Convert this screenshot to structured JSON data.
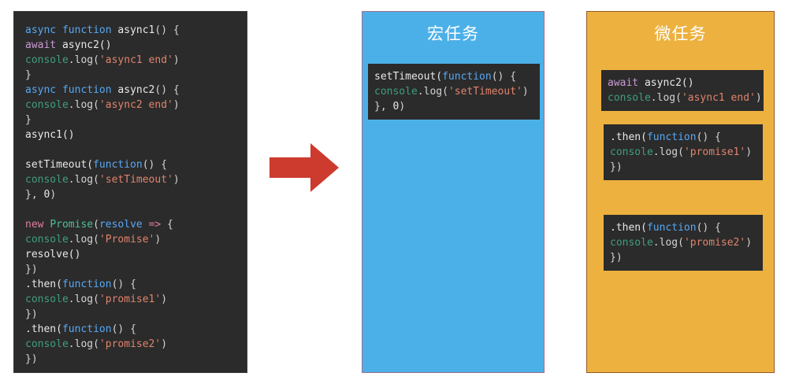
{
  "source": {
    "name": "event-loop-source-code",
    "lines": [
      [
        [
          "async ",
          "t-kw"
        ],
        [
          "function ",
          "t-kw"
        ],
        [
          "async1",
          "t-plain"
        ],
        [
          "() {",
          "t-punc"
        ]
      ],
      [
        [
          "await ",
          "t-await"
        ],
        [
          "async2()",
          "t-plain"
        ]
      ],
      [
        [
          "console",
          "t-console"
        ],
        [
          ".log(",
          "t-punc"
        ],
        [
          "'async1 end'",
          "t-str"
        ],
        [
          ")",
          "t-punc"
        ]
      ],
      [
        [
          "}",
          "t-punc"
        ]
      ],
      [
        [
          "async ",
          "t-kw"
        ],
        [
          "function ",
          "t-kw"
        ],
        [
          "async2",
          "t-plain"
        ],
        [
          "() {",
          "t-punc"
        ]
      ],
      [
        [
          "console",
          "t-console"
        ],
        [
          ".log(",
          "t-punc"
        ],
        [
          "'async2 end'",
          "t-str"
        ],
        [
          ")",
          "t-punc"
        ]
      ],
      [
        [
          "}",
          "t-punc"
        ]
      ],
      [
        [
          "async1()",
          "t-plain"
        ]
      ],
      [
        [
          "",
          "blank"
        ]
      ],
      [
        [
          "setTimeout(",
          "t-plain"
        ],
        [
          "function",
          "t-kw"
        ],
        [
          "() {",
          "t-punc"
        ]
      ],
      [
        [
          "console",
          "t-console"
        ],
        [
          ".log(",
          "t-punc"
        ],
        [
          "'setTimeout'",
          "t-str"
        ],
        [
          ")",
          "t-punc"
        ]
      ],
      [
        [
          "}, ",
          "t-punc"
        ],
        [
          "0",
          "t-num"
        ],
        [
          ")",
          "t-punc"
        ]
      ],
      [
        [
          "",
          "blank"
        ]
      ],
      [
        [
          "new ",
          "t-new"
        ],
        [
          "Promise",
          "t-cls"
        ],
        [
          "(",
          "t-punc"
        ],
        [
          "resolve ",
          "t-kw"
        ],
        [
          "=> ",
          "t-arrow"
        ],
        [
          "{",
          "t-punc"
        ]
      ],
      [
        [
          "console",
          "t-console"
        ],
        [
          ".log(",
          "t-punc"
        ],
        [
          "'Promise'",
          "t-str"
        ],
        [
          ")",
          "t-punc"
        ]
      ],
      [
        [
          "resolve()",
          "t-plain"
        ]
      ],
      [
        [
          "})",
          "t-punc"
        ]
      ],
      [
        [
          ".then(",
          "t-plain"
        ],
        [
          "function",
          "t-kw"
        ],
        [
          "() {",
          "t-punc"
        ]
      ],
      [
        [
          "console",
          "t-console"
        ],
        [
          ".log(",
          "t-punc"
        ],
        [
          "'promise1'",
          "t-str"
        ],
        [
          ")",
          "t-punc"
        ]
      ],
      [
        [
          "})",
          "t-punc"
        ]
      ],
      [
        [
          ".then(",
          "t-plain"
        ],
        [
          "function",
          "t-kw"
        ],
        [
          "() {",
          "t-punc"
        ]
      ],
      [
        [
          "console",
          "t-console"
        ],
        [
          ".log(",
          "t-punc"
        ],
        [
          "'promise2'",
          "t-str"
        ],
        [
          ")",
          "t-punc"
        ]
      ],
      [
        [
          "})",
          "t-punc"
        ]
      ]
    ]
  },
  "arrow": {
    "name": "right-arrow-icon",
    "color": "#cc3b2e",
    "direction": "right"
  },
  "macro_task": {
    "title": "宏任务",
    "title_color": "#ffffff",
    "panel_color": "#4cb0e8",
    "blocks": [
      {
        "id": "macro-block-0",
        "lines": [
          [
            [
              "setTimeout(",
              "t-plain"
            ],
            [
              "function",
              "t-kw"
            ],
            [
              "() {",
              "t-punc"
            ]
          ],
          [
            [
              "console",
              "t-console"
            ],
            [
              ".log(",
              "t-punc"
            ],
            [
              "'setTimeout'",
              "t-str"
            ],
            [
              ")",
              "t-punc"
            ]
          ],
          [
            [
              "}, ",
              "t-punc"
            ],
            [
              "0",
              "t-num"
            ],
            [
              ")",
              "t-punc"
            ]
          ]
        ]
      }
    ]
  },
  "micro_task": {
    "title": "微任务",
    "title_color": "#ffffff",
    "panel_color": "#edb13f",
    "blocks": [
      {
        "id": "micro-block-0",
        "lines": [
          [
            [
              "await ",
              "t-await"
            ],
            [
              "async2()",
              "t-plain"
            ]
          ],
          [
            [
              "console",
              "t-console"
            ],
            [
              ".log(",
              "t-punc"
            ],
            [
              "'async1 end'",
              "t-str"
            ],
            [
              ")",
              "t-punc"
            ]
          ]
        ]
      },
      {
        "id": "micro-block-1",
        "lines": [
          [
            [
              ".then(",
              "t-plain"
            ],
            [
              "function",
              "t-kw"
            ],
            [
              "() {",
              "t-punc"
            ]
          ],
          [
            [
              "console",
              "t-console"
            ],
            [
              ".log(",
              "t-punc"
            ],
            [
              "'promise1'",
              "t-str"
            ],
            [
              ")",
              "t-punc"
            ]
          ],
          [
            [
              "})",
              "t-punc"
            ]
          ]
        ]
      },
      {
        "id": "micro-block-2",
        "lines": [
          [
            [
              ".then(",
              "t-plain"
            ],
            [
              "function",
              "t-kw"
            ],
            [
              "() {",
              "t-punc"
            ]
          ],
          [
            [
              "console",
              "t-console"
            ],
            [
              ".log(",
              "t-punc"
            ],
            [
              "'promise2'",
              "t-str"
            ],
            [
              ")",
              "t-punc"
            ]
          ],
          [
            [
              "})",
              "t-punc"
            ]
          ]
        ]
      }
    ]
  }
}
